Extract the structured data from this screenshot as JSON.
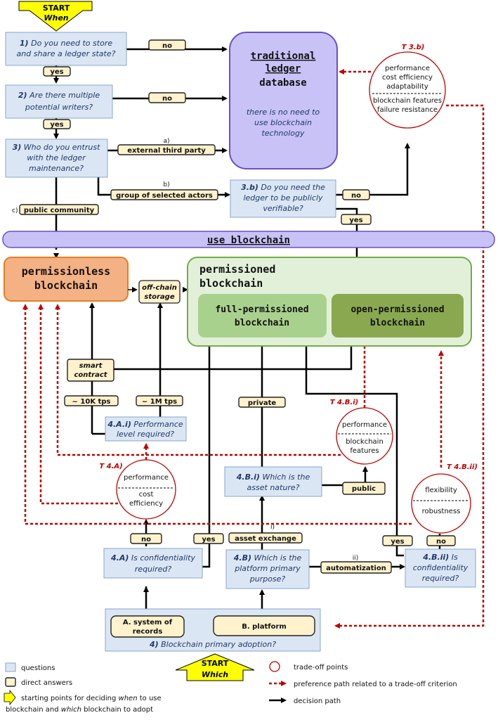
{
  "start_when": {
    "line1": "START",
    "line2": "When"
  },
  "start_which": {
    "line1": "START",
    "line2": "Which"
  },
  "q1": {
    "num": "1)",
    "line1": "Do you need to store",
    "line2": "and share a ledger state?"
  },
  "q2": {
    "num": "2)",
    "line1": "Are there multiple",
    "line2": "potential writers?"
  },
  "q3": {
    "num": "3)",
    "line1": "Who do you entrust",
    "line2": "with the ledger",
    "line3": "maintenance?"
  },
  "q3b": {
    "num": "3.b)",
    "line1": "Do you need the",
    "line2": "ledger to be publicly",
    "line3": "verifiable?"
  },
  "q4a": {
    "num": "4.A)",
    "line1": "Is confidentiality",
    "line2": "required?"
  },
  "q4ai": {
    "num": "4.A.i)",
    "line1": "Performance",
    "line2": "level required?"
  },
  "q4b": {
    "num": "4.B)",
    "line1": "Which is the",
    "line2": "platform primary",
    "line3": "purpose?"
  },
  "q4bi": {
    "num": "4.B.i)",
    "line1": "Which is the",
    "line2": "asset nature?"
  },
  "q4bii": {
    "num": "4.B.ii)",
    "line1": "Is",
    "line2": "confidentiality",
    "line3": "required?"
  },
  "q4": {
    "num": "4)",
    "text": "Blockchain primary adoption?"
  },
  "answers": {
    "no": "no",
    "yes": "yes",
    "external_third_party": "external third party",
    "group_selected_actors": "group of selected actors",
    "public_community": "public community",
    "smart_contract_line1": "smart",
    "smart_contract_line2": "contract",
    "tps_10k": "~ 10K tps",
    "tps_1m": "~ 1M tps",
    "private": "private",
    "public": "public",
    "asset_exchange": "asset exchange",
    "automatization": "automatization",
    "system_records_line1": "A. system of",
    "system_records_line2": "records",
    "platform": "B. platform"
  },
  "branch_labels": {
    "a": "a)",
    "b": "b)",
    "c": "c)",
    "i": "i)",
    "ii": "ii)"
  },
  "traditional": {
    "line1": "traditional",
    "line2": "ledger",
    "line3": "database",
    "desc1": "there is no need to",
    "desc2": "use blockchain",
    "desc3": "technology"
  },
  "use_blockchain": "use blockchain",
  "permissionless": {
    "line1": "permissionless",
    "line2": "blockchain"
  },
  "offchain": {
    "line1": "off-chain",
    "line2": "storage"
  },
  "permissioned": {
    "line1": "permissioned",
    "line2": "blockchain"
  },
  "full_permissioned": {
    "line1": "full-permissioned",
    "line2": "blockchain"
  },
  "open_permissioned": {
    "line1": "open-permissioned",
    "line2": "blockchain"
  },
  "tradeoffs": {
    "t3b": {
      "label": "T 3.b)",
      "top1": "performance",
      "top2": "cost efficiency",
      "top3": "adaptability",
      "bot1": "blockchain features",
      "bot2": "failure resistance"
    },
    "t4a": {
      "label": "T 4.A)",
      "top": "performance",
      "bot1": "cost",
      "bot2": "efficiency"
    },
    "t4bi": {
      "label": "T 4.B.i)",
      "top": "performance",
      "bot1": "blockchain",
      "bot2": "features"
    },
    "t4bii": {
      "label": "T 4.B.ii)",
      "top": "flexibility",
      "bot": "robustness"
    }
  },
  "legend": {
    "questions": "questions",
    "direct_answers": "direct answers",
    "start_line1a": "starting points for deciding ",
    "start_when": "when",
    "start_line1b": " to use",
    "start_line2a": "blockchain and ",
    "start_which": "which",
    "start_line2b": " blockchain to adopt",
    "tradeoff_points": "trade-off points",
    "preference_path": "preference path related to a trade-off criterion",
    "decision_path": "decision path"
  },
  "colors": {
    "question_fill": "#dbe6f4",
    "answer_fill": "#fff2cc",
    "traditional_fill": "#c9c2f7",
    "permissionless_fill": "#f4b183",
    "permissioned_fill": "#e2f0d9",
    "full_fill": "#a9d18e",
    "open_fill": "#8aa84f",
    "start_arrow": "#ffff00",
    "preference": "#c00000"
  }
}
